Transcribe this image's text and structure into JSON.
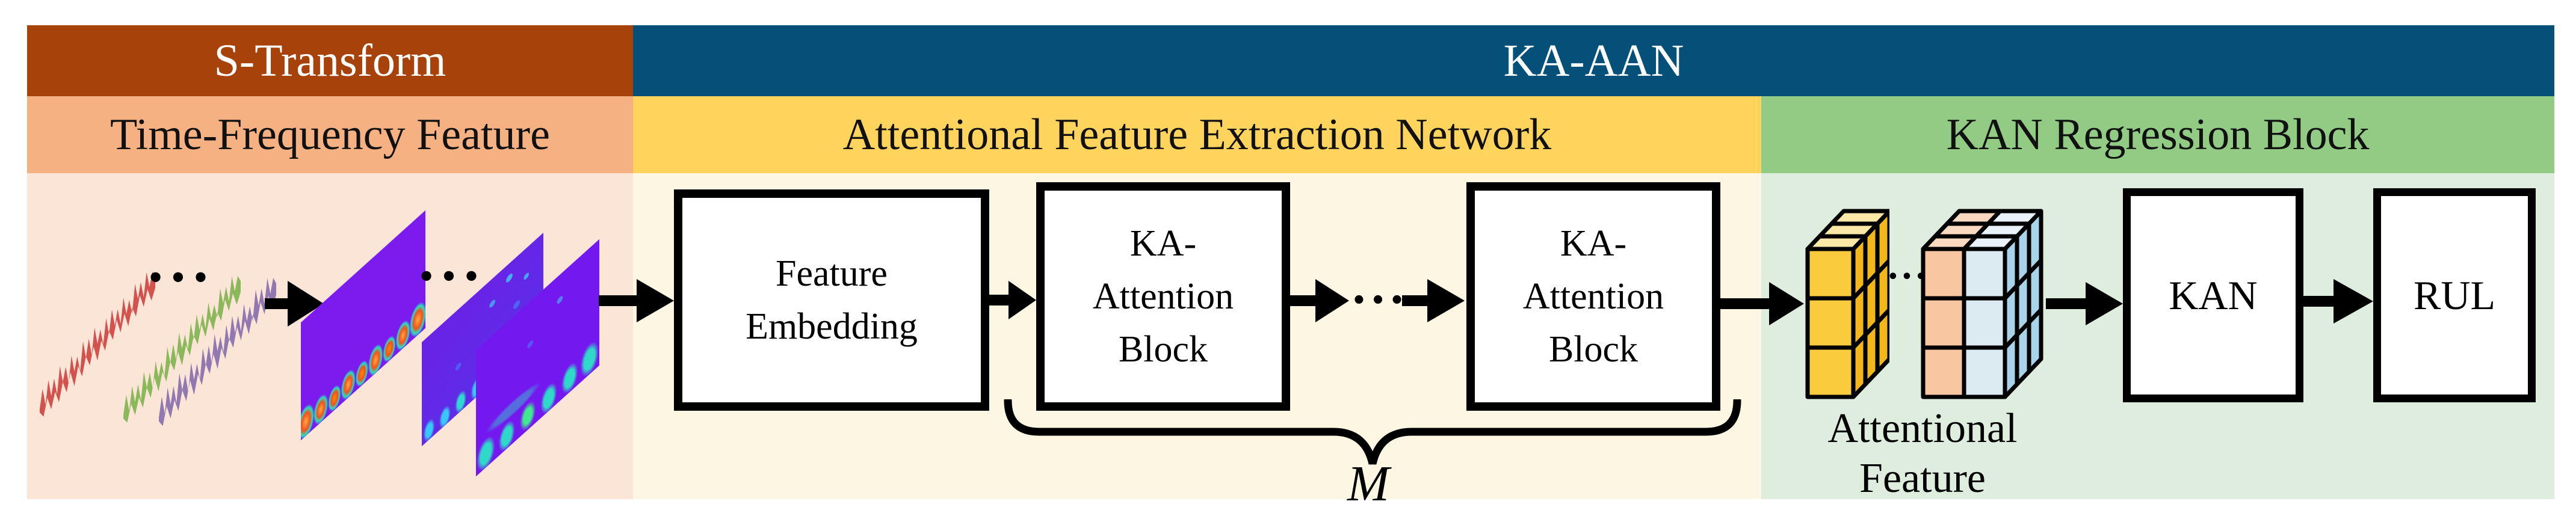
{
  "figure": {
    "stage_headers": {
      "s_transform": "S-Transform",
      "ka_aan": "KA-AAN"
    },
    "section_labels": {
      "time_frequency": "Time-Frequency Feature",
      "attentional_feature_extraction": "Attentional Feature Extraction Network",
      "kan_regression": "KAN Regression Block"
    },
    "nodes": {
      "feature_embedding": {
        "lines": [
          "Feature",
          "Embedding"
        ]
      },
      "ka_attention_block_1": {
        "lines": [
          "KA-",
          "Attention",
          "Block"
        ]
      },
      "ka_attention_block_2": {
        "lines": [
          "KA-",
          "Attention",
          "Block"
        ]
      },
      "kan": {
        "label": "KAN"
      },
      "rul": {
        "label": "RUL"
      }
    },
    "annotations": {
      "attentional_feature": {
        "line1": "Attentional",
        "line2": "Feature"
      },
      "repeat_count": "M",
      "ellipsis": "•••"
    },
    "colors": {
      "s_transform_header": "#A8420B",
      "ka_aan_header": "#045078",
      "time_frequency_band": "#F6B183",
      "afen_band": "#FFD45C",
      "kan_regression_band": "#92CC84",
      "time_frequency_bg": "#FBE5D6",
      "afen_bg": "#FDF6E3",
      "kan_regression_bg": "#DEEDDE",
      "signal_red": "#D4524E",
      "signal_green": "#8CB85C",
      "signal_purple": "#9178B0",
      "spectrogram_violet": "#7C1BEE",
      "tensor_yellow": "#FBCB3E",
      "tensor_orange": "#F8C7A2",
      "tensor_blue": "#DCEAF2"
    }
  }
}
